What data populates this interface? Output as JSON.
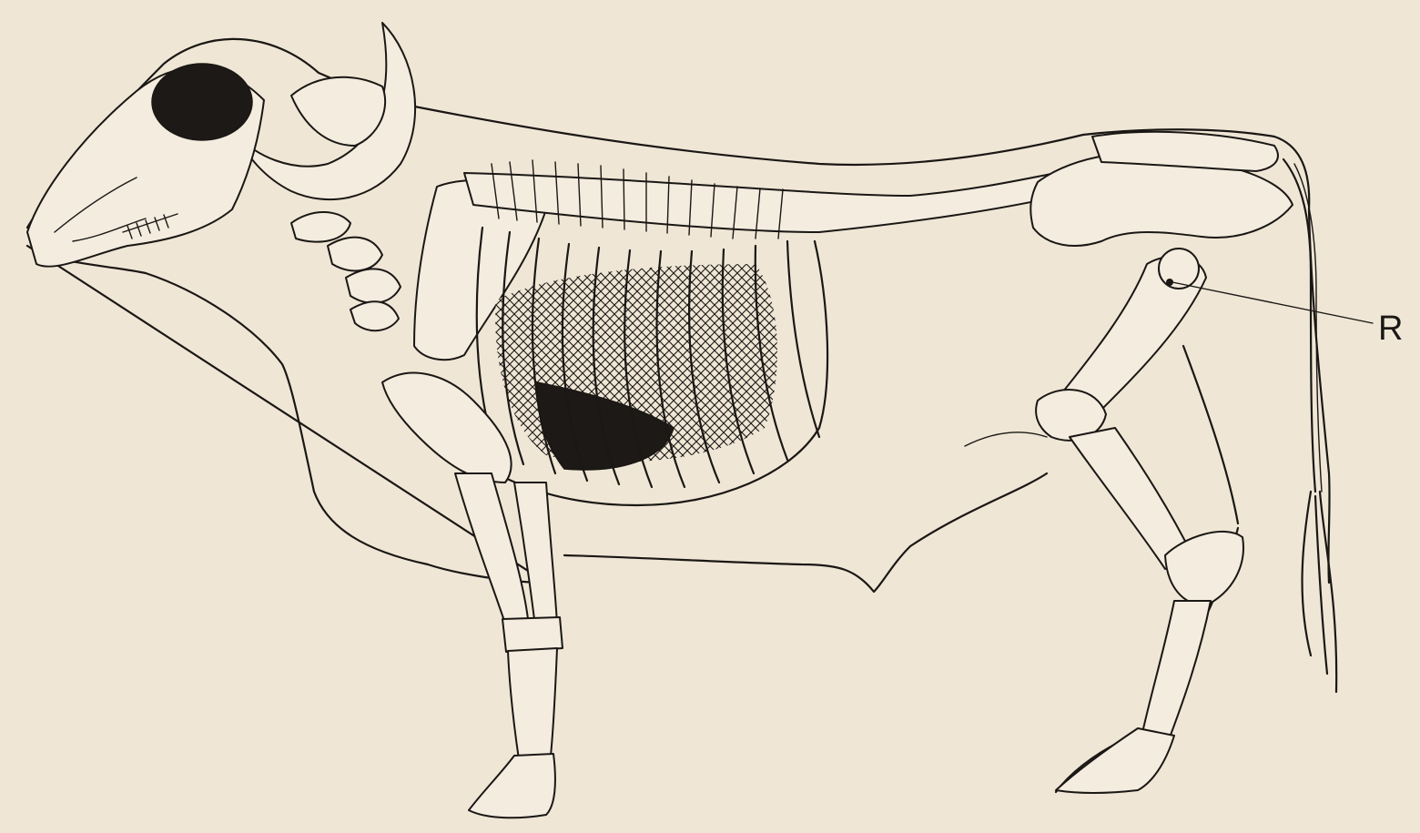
{
  "diagram": {
    "subject": "cattle-skeleton-in-body-outline",
    "labels": [
      {
        "id": "R",
        "text": "R"
      }
    ]
  },
  "colors": {
    "paper": "#efe6d6",
    "ink": "#1a1714",
    "bone": "#f3ecdf"
  }
}
